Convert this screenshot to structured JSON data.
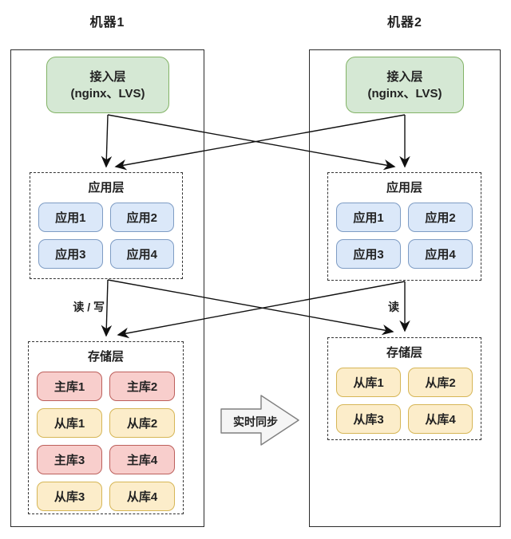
{
  "machine1": {
    "title": "机器1",
    "access": {
      "line1": "接入层",
      "line2": "(nginx、LVS)"
    },
    "app": {
      "title": "应用层",
      "cells": [
        "应用1",
        "应用2",
        "应用3",
        "应用4"
      ]
    },
    "storage": {
      "title": "存储层",
      "cells": [
        "主库1",
        "主库2",
        "从库1",
        "从库2",
        "主库3",
        "主库4",
        "从库3",
        "从库4"
      ]
    },
    "edge_label": "读 / 写"
  },
  "machine2": {
    "title": "机器2",
    "access": {
      "line1": "接入层",
      "line2": "(nginx、LVS)"
    },
    "app": {
      "title": "应用层",
      "cells": [
        "应用1",
        "应用2",
        "应用3",
        "应用4"
      ]
    },
    "storage": {
      "title": "存储层",
      "cells": [
        "从库1",
        "从库2",
        "从库3",
        "从库4"
      ]
    },
    "edge_label": "读"
  },
  "sync": {
    "label": "实时同步"
  },
  "colors": {
    "access_fill": "#d5e8d4",
    "access_border": "#82b366",
    "app_fill": "#dbe8f9",
    "app_border": "#7e9cc4",
    "master_fill": "#f8cecc",
    "master_border": "#bc5f5b",
    "slave_fill": "#fcedca",
    "slave_border": "#d6b656",
    "sync_fill": "#f5f5f5",
    "sync_border": "#7f7f7f",
    "line": "#111111"
  }
}
